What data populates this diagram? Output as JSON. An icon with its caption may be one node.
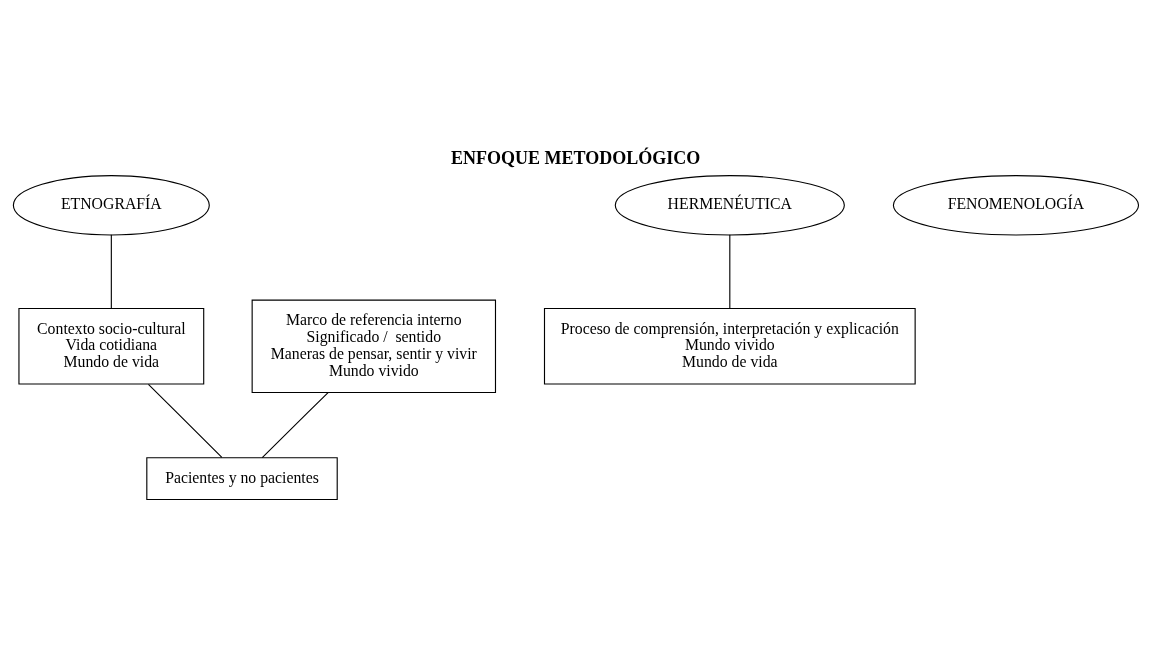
{
  "diagram": {
    "title": "ENFOQUE METODOLÓGICO",
    "nodes": [
      {
        "text": [
          "ETNOGRAFÍA"
        ]
      },
      {
        "text": [
          "HERMENÉUTICA"
        ]
      },
      {
        "text": [
          "FENOMENOLOGÍA"
        ]
      },
      {
        "text": [
          "Contexto socio-cultural",
          "Vida cotidiana",
          "Mundo de vida"
        ]
      },
      {
        "text": [
          "Marco de referencia interno",
          "Significado /  sentido",
          "Maneras de pensar, sentir y vivir",
          "Mundo vivido"
        ]
      },
      {
        "text": [
          "Proceso de comprensión, interpretación y explicación",
          "Mundo vivido",
          "Mundo de vida"
        ]
      },
      {
        "text": [
          "Pacientes y no pacientes"
        ]
      }
    ],
    "edges": [
      {
        "from": 0,
        "to": 3,
        "arrow": "none"
      },
      {
        "from": 1,
        "to": 5,
        "arrow": "none"
      },
      {
        "from": 3,
        "to": 6,
        "arrow": "none"
      },
      {
        "from": 4,
        "to": 6,
        "arrow": "none"
      }
    ]
  }
}
